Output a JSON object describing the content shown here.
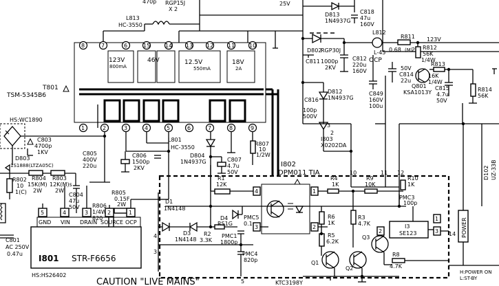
{
  "transformer": {
    "ref": "T801",
    "part": "TSM-5345B6",
    "top_pins": [
      "8",
      "7",
      "6",
      "15",
      "14",
      "13",
      "12",
      "11",
      "10"
    ],
    "bottom_pins": [
      "1",
      "2",
      "3",
      "4",
      "5",
      "6",
      "7",
      "8",
      "9"
    ],
    "windings": [
      "123V 800mA",
      "46V",
      "12.5V 550mA",
      "18V 2A"
    ]
  },
  "labels": {
    "top_partial_1": "470p",
    "top_partial_2": "RGP15J",
    "top_partial_3": "X 2",
    "top_partial_4": "25V",
    "l813": "L813",
    "hc3550_top": "HC-3550",
    "hs_wc1890": "HS:WC1890",
    "c803": "C803",
    "c803_val": "4700p",
    "c803_v": "1KV",
    "d803": "D803",
    "d803_part": "1S1888(LTZA05C)",
    "r802": "R802",
    "r802_val": "10",
    "r802_v": "1(C)",
    "c801": "C801",
    "c801_v": "AC 250V",
    "c801_val": "0.47u",
    "r804": "R804",
    "r804_val": "15K(M)",
    "r804_w": "2W",
    "r803": "R803",
    "r803_val": "12K(M)s",
    "r803_w": "2W",
    "c805": "C805",
    "c805_v": "400V",
    "c805_val": "220u",
    "c804": "C804",
    "c804_v": "47u",
    "c804_val": "50V",
    "r805": "R805",
    "r805_val": "0.15F",
    "r805_w": "2W",
    "r806": "R806",
    "r806_w": "1/4W",
    "r806_val": "820",
    "c806": "C806",
    "c806_val": "1500p",
    "c806_v": "2KV",
    "l801": "L801",
    "hc3550_bot": "HC-3550",
    "d804": "D804",
    "d804_part": "1N4937G",
    "c807": "C807",
    "c807_val": "4.7u",
    "c807_v": "50V",
    "r807": "R807",
    "r807_val": "10",
    "r807_w": "1/2W",
    "d813": "D813",
    "d813_part": "1N4937G",
    "c818": "C818",
    "c818_val": "47u",
    "c818_v": "160V",
    "d802": "D802",
    "d802_part": "RGP30J",
    "c811": "C811",
    "c811_val": "1000p",
    "c811_v": "2KV",
    "c812": "C812",
    "c812_val": "220u",
    "c812_v": "160V",
    "l812": "L812",
    "l812_val": "L-45",
    "ocp": "OCP",
    "r811": "R811",
    "r811_val": "0.68",
    "r811_w": "2W",
    "r811_f": "(M)",
    "c814_v": "50V",
    "c814": "C814",
    "c814_val": "22u",
    "v123": "123V",
    "r812": "R812",
    "r812_val": "56K",
    "r812_w": "1/4W",
    "q801": "Q801",
    "q801_part": "KSA1013Y",
    "r813": "R813",
    "r813_val": "16K",
    "r813_w": "1/4W",
    "c815": "C815",
    "c815_val": "4.7u",
    "c815_v": "50V",
    "r814": "R814",
    "r814_val": "56K",
    "c849": "C849",
    "c849_v": "160V",
    "c849_val": "100u",
    "c816": "C816",
    "c816_val": "100p",
    "c816_v": "500V",
    "d812": "D812",
    "d812_part": "1N4937G",
    "i803": "I803",
    "i803_part": "X0202DA",
    "i802": "I802",
    "i802_part": "DPM011 TIA",
    "r1": "R1",
    "r1_val": "12K",
    "d1": "D1",
    "d1_part": "1N4148",
    "d3": "D3",
    "d3_part": "1N4148",
    "r2": "R2",
    "r2_val": "3.3K",
    "d4": "D4",
    "d4_part": "RS1G",
    "pmc1": "PMC1",
    "pmc1_val": "1800p",
    "pmc5": "PMC5",
    "pmc5_val": "0.1u",
    "pmc4": "PMC4",
    "pmc4_val": "820p",
    "pmc3": "PMC3",
    "pmc3_val": "100p",
    "r4": "R4",
    "r4_val": "1K",
    "r9": "R9",
    "r9_val": "10K",
    "r10": "R10",
    "r10_val": "1K",
    "r6": "R6",
    "r6_val": "1K",
    "r3": "R3",
    "r3_val": "4.7K",
    "r5": "R5",
    "r5_val": "6.2K",
    "r8": "R8",
    "r8_val": "4.7K",
    "q1": "Q1",
    "q2": "Q2",
    "q3": "Q3",
    "i3": "I3",
    "i3_part": "SE123",
    "ktc": "KTC3198Y",
    "d102": "D102",
    "uz33b": "UZ-33B",
    "power": "POWER",
    "hpower": "H:POWER ON",
    "hlist": "L:ST-BY",
    "caution": "CAUTION \"LIVE MAINS\"",
    "i801": "I801",
    "i801_part": "STR-F6656",
    "hs_hs26402": "HS:HS26402",
    "ic_pins": [
      "GND",
      "VIN",
      "DRAIN",
      "SOURCE",
      "OCP"
    ],
    "ic_pin_nums": [
      "5",
      "4",
      "3",
      "2",
      "1"
    ],
    "opto_pins": [
      "4",
      "3",
      "1",
      "2"
    ],
    "mod_pins": [
      "10",
      "11",
      "12",
      "4",
      "14",
      "3",
      "5"
    ]
  }
}
